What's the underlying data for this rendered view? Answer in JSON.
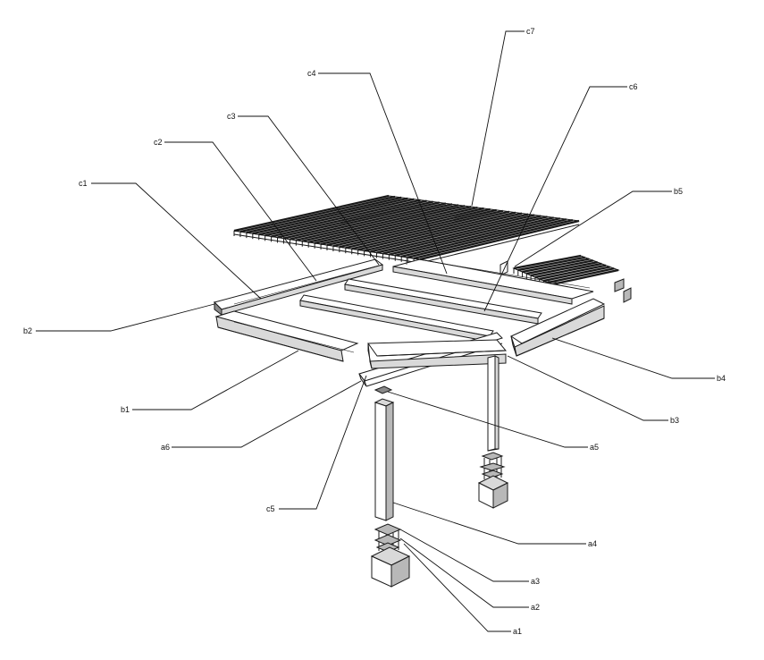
{
  "diagram": {
    "labels": {
      "c7": "c7",
      "c6": "c6",
      "c4": "c4",
      "c3": "c3",
      "c2": "c2",
      "c1": "c1",
      "b5": "b5",
      "b4": "b4",
      "b3": "b3",
      "b2": "b2",
      "b1": "b1",
      "a6": "a6",
      "a5": "a5",
      "a4": "a4",
      "a3": "a3",
      "a2": "a2",
      "a1": "a1",
      "c5": "c5"
    },
    "colors": {
      "line": "#1a1a1a",
      "light_face": "#d9d9d9",
      "mid_face": "#b8b8b8",
      "dark_face": "#8a8a8a"
    }
  }
}
